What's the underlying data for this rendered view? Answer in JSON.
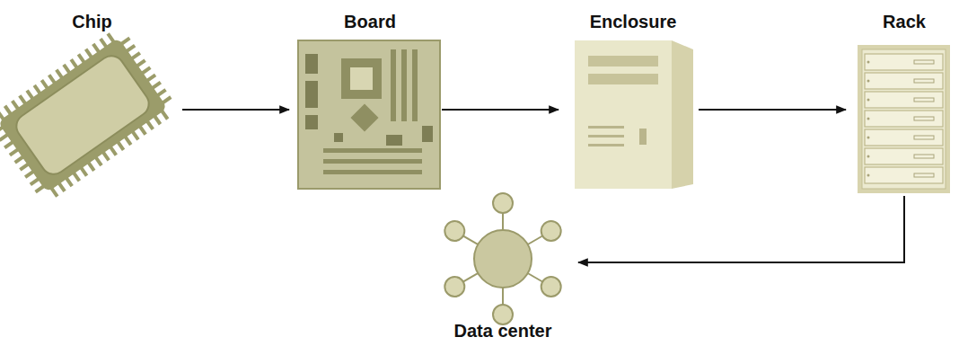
{
  "diagram": {
    "nodes": [
      {
        "text": [
          "Chip"
        ]
      },
      {
        "text": [
          "Board"
        ]
      },
      {
        "text": [
          "Enclosure"
        ]
      },
      {
        "text": [
          "Rack"
        ]
      },
      {
        "text": [
          "Data center"
        ]
      }
    ],
    "edges": [
      {
        "from": 0,
        "to": 1,
        "arrow": "to"
      },
      {
        "from": 1,
        "to": 2,
        "arrow": "to"
      },
      {
        "from": 2,
        "to": 3,
        "arrow": "to"
      },
      {
        "from": 3,
        "to": 4,
        "arrow": "to"
      }
    ]
  }
}
